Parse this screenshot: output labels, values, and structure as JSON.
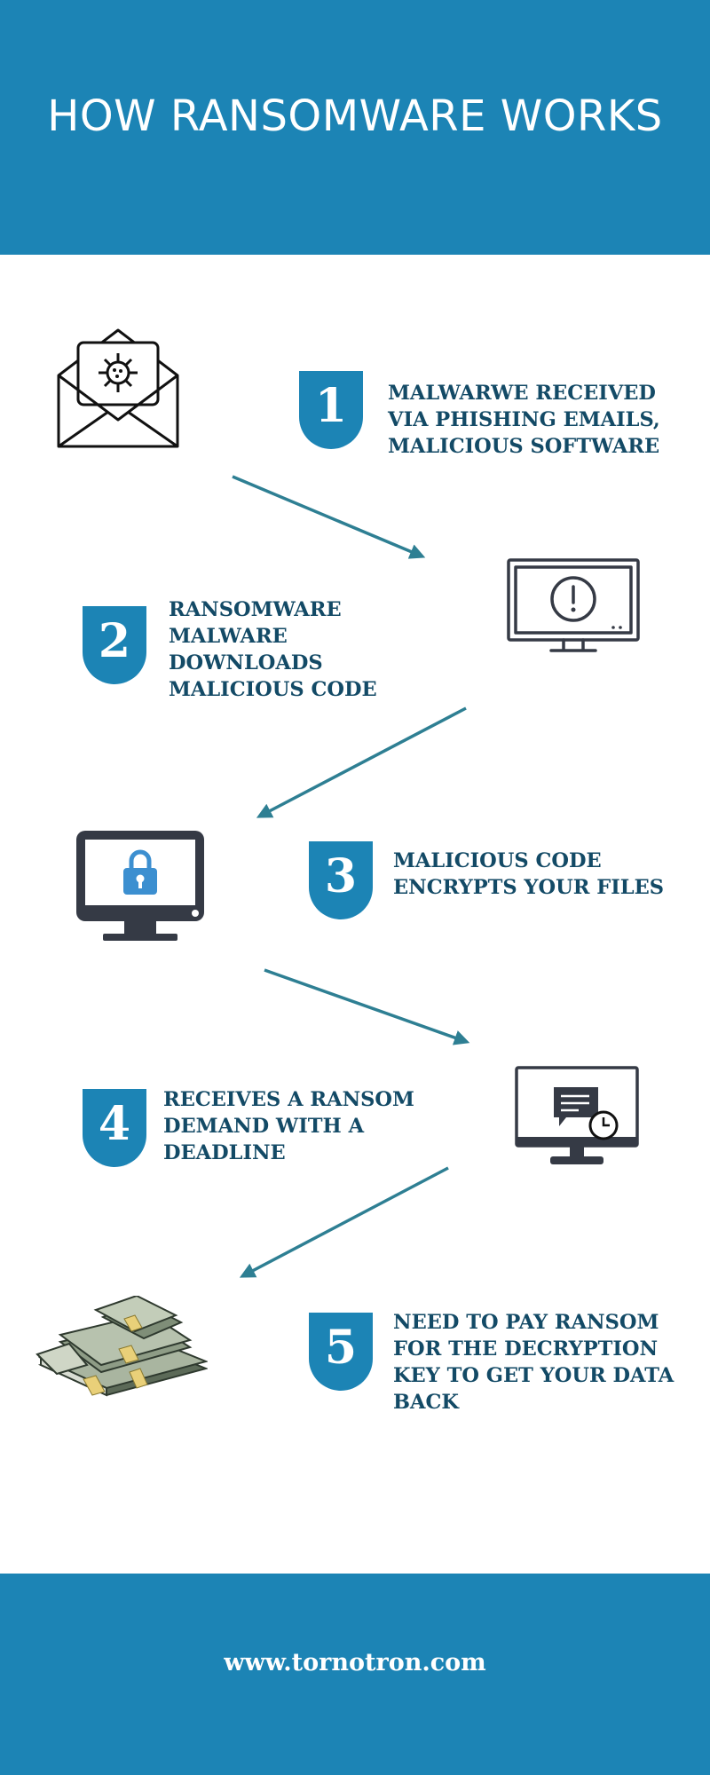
{
  "header": {
    "title": "HOW RANSOMWARE WORKS"
  },
  "steps": [
    {
      "number": "1",
      "text": "MALWARWE RECEIVED VIA PHISHING EMAILS, MALICIOUS SOFTWARE",
      "icon": "envelope-virus-icon"
    },
    {
      "number": "2",
      "text": "RANSOMWARE MALWARE DOWNLOADS MALICIOUS CODE",
      "icon": "monitor-alert-icon"
    },
    {
      "number": "3",
      "text": "MALICIOUS CODE ENCRYPTS YOUR FILES",
      "icon": "monitor-lock-icon"
    },
    {
      "number": "4",
      "text": "RECEIVES A RANSOM DEMAND WITH A DEADLINE",
      "icon": "monitor-message-clock-icon"
    },
    {
      "number": "5",
      "text": "NEED TO PAY RANSOM FOR THE DECRYPTION KEY TO GET YOUR DATA BACK",
      "icon": "money-stacks-icon"
    }
  ],
  "footer": {
    "website": "www.tornotron.com"
  },
  "colors": {
    "brand": "#1c84b5",
    "text": "#134a66",
    "arrow": "#2e7f93",
    "icon_dark": "#353a45",
    "lock": "#3c8fd0"
  }
}
